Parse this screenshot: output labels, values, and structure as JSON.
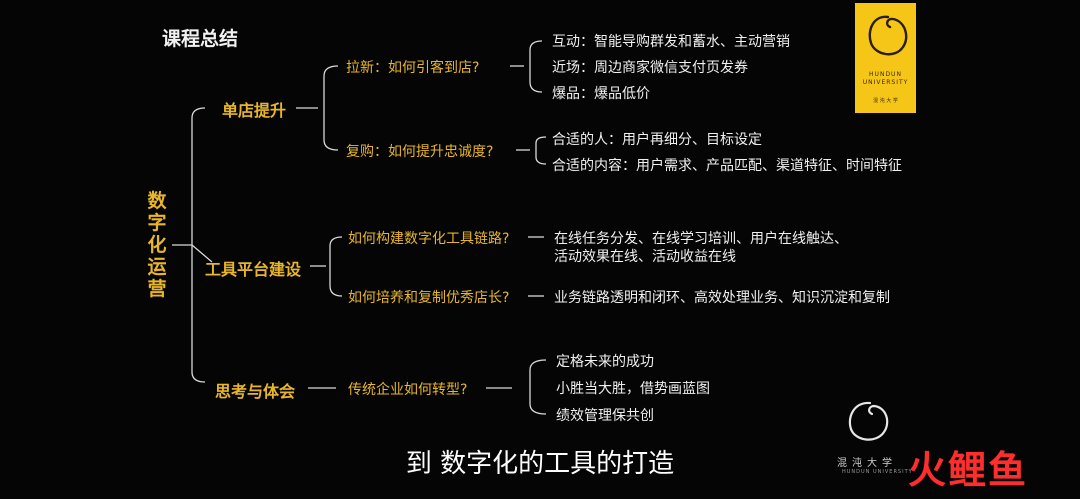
{
  "title": "课程总结",
  "root": "数字化运营",
  "branches": [
    {
      "label": "单店提升",
      "subs": [
        {
          "question": "拉新：如何引客到店?",
          "items": [
            "互动：智能导购群发和蓄水、主动营销",
            "近场：周边商家微信支付页发券",
            "爆品：爆品低价"
          ]
        },
        {
          "question": "复购：如何提升忠诚度?",
          "items": [
            "合适的人：用户再细分、目标设定",
            "合适的内容：用户需求、产品匹配、渠道特征、时间特征"
          ]
        }
      ]
    },
    {
      "label": "工具平台建设",
      "subs": [
        {
          "question": "如何构建数字化工具链路?",
          "items": [
            "在线任务分发、在线学习培训、用户在线触达、",
            "活动效果在线、活动收益在线"
          ]
        },
        {
          "question": "如何培养和复制优秀店长?",
          "items": [
            "业务链路透明和闭环、高效处理业务、知识沉淀和复制"
          ]
        }
      ]
    },
    {
      "label": "思考与体会",
      "subs": [
        {
          "question": "传统企业如何转型?",
          "items": [
            "定格未来的成功",
            "小胜当大胜，借势画蓝图",
            "绩效管理保共创"
          ]
        }
      ]
    }
  ],
  "logo": {
    "line1": "HUNDUN",
    "line2": "UNIVERSITY",
    "line3": "混 沌 大 学"
  },
  "subtitle": "到 数字化的工具的打造",
  "watermark": {
    "cn": "混沌大学",
    "en": "HUNDUN UNIVERSITY"
  },
  "brand": "火鲤鱼",
  "colors": {
    "accent": "#e8b62a",
    "background": "#050505",
    "text": "#f0f0f0",
    "logo_bg": "#f5c518",
    "brand": "#ff2d2d"
  }
}
